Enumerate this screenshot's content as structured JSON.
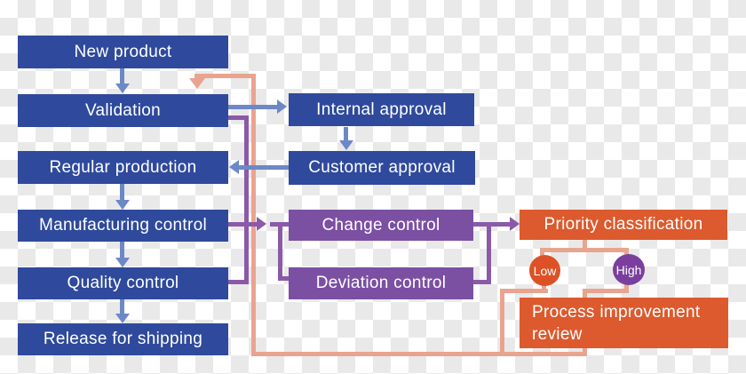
{
  "nodes": {
    "new_product": {
      "label": "New product"
    },
    "validation": {
      "label": "Validation"
    },
    "regular_production": {
      "label": "Regular production"
    },
    "manufacturing_control": {
      "label": "Manufacturing control"
    },
    "quality_control": {
      "label": "Quality control"
    },
    "release_for_shipping": {
      "label": "Release for shipping"
    },
    "internal_approval": {
      "label": "Internal approval"
    },
    "customer_approval": {
      "label": "Customer approval"
    },
    "change_control": {
      "label": "Change control"
    },
    "deviation_control": {
      "label": "Deviation control"
    },
    "priority_classification": {
      "label": "Priority classification"
    },
    "process_improvement_review": {
      "label": "Process improvement review"
    },
    "low": {
      "label": "Low"
    },
    "high": {
      "label": "High"
    }
  },
  "edges": [
    {
      "from": "new_product",
      "to": "validation",
      "color": "blue"
    },
    {
      "from": "validation",
      "to": "internal_approval",
      "color": "blue"
    },
    {
      "from": "internal_approval",
      "to": "customer_approval",
      "color": "blue"
    },
    {
      "from": "customer_approval",
      "to": "regular_production",
      "color": "blue"
    },
    {
      "from": "regular_production",
      "to": "manufacturing_control",
      "color": "blue"
    },
    {
      "from": "manufacturing_control",
      "to": "quality_control",
      "color": "blue"
    },
    {
      "from": "quality_control",
      "to": "release_for_shipping",
      "color": "blue"
    },
    {
      "from": "validation",
      "to": "change_and_deviation_junction",
      "color": "purple"
    },
    {
      "from": "quality_control",
      "to": "change_and_deviation_junction",
      "color": "purple"
    },
    {
      "from": "manufacturing_control",
      "to": "change_control_and_deviation_control",
      "color": "purple"
    },
    {
      "from": "change_control",
      "to": "priority_classification",
      "color": "purple"
    },
    {
      "from": "deviation_control",
      "to": "priority_classification",
      "color": "purple"
    },
    {
      "from": "priority_classification",
      "to": "low",
      "color": "salmon"
    },
    {
      "from": "priority_classification",
      "to": "high",
      "color": "salmon"
    },
    {
      "from": "high",
      "to": "process_improvement_review",
      "color": "salmon"
    },
    {
      "from": "low",
      "to": "validation",
      "color": "salmon"
    },
    {
      "from": "process_improvement_review",
      "to": "validation",
      "color": "salmon"
    }
  ],
  "colors": {
    "navy": "#2f4a9c",
    "blue-arrow": "#6d88c6",
    "purple-box": "#7b50a3",
    "purple-line": "#8a5aa8",
    "orange-box": "#dc5a2e",
    "orange-circle": "#dc5226",
    "purple-circle": "#7a3f9e",
    "salmon-line": "#e9a48f",
    "checker-gray": "#e9e9e9",
    "text": "#ffffff"
  }
}
